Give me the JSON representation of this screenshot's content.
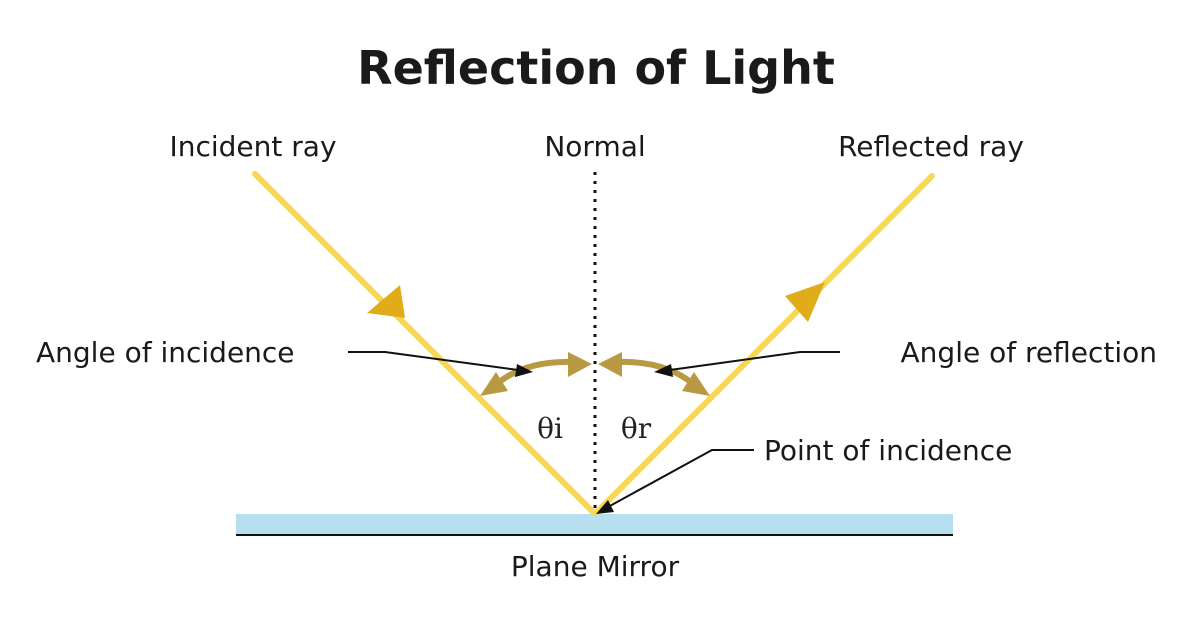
{
  "title": "Reflection of Light",
  "labels": {
    "incident_ray": "Incident ray",
    "normal": "Normal",
    "reflected_ray": "Reflected ray",
    "angle_of_incidence": "Angle of incidence",
    "angle_of_reflection": "Angle of reflection",
    "point_of_incidence": "Point of incidence",
    "plane_mirror": "Plane Mirror",
    "theta_i": "θi",
    "theta_r": "θr"
  },
  "colors": {
    "ray": "#f7d855",
    "ray_arrow": "#e0ac1a",
    "angle_arc": "#b89a45",
    "mirror_fill": "#b8dff0",
    "mirror_line": "#111111",
    "text": "#1a1a1a"
  }
}
